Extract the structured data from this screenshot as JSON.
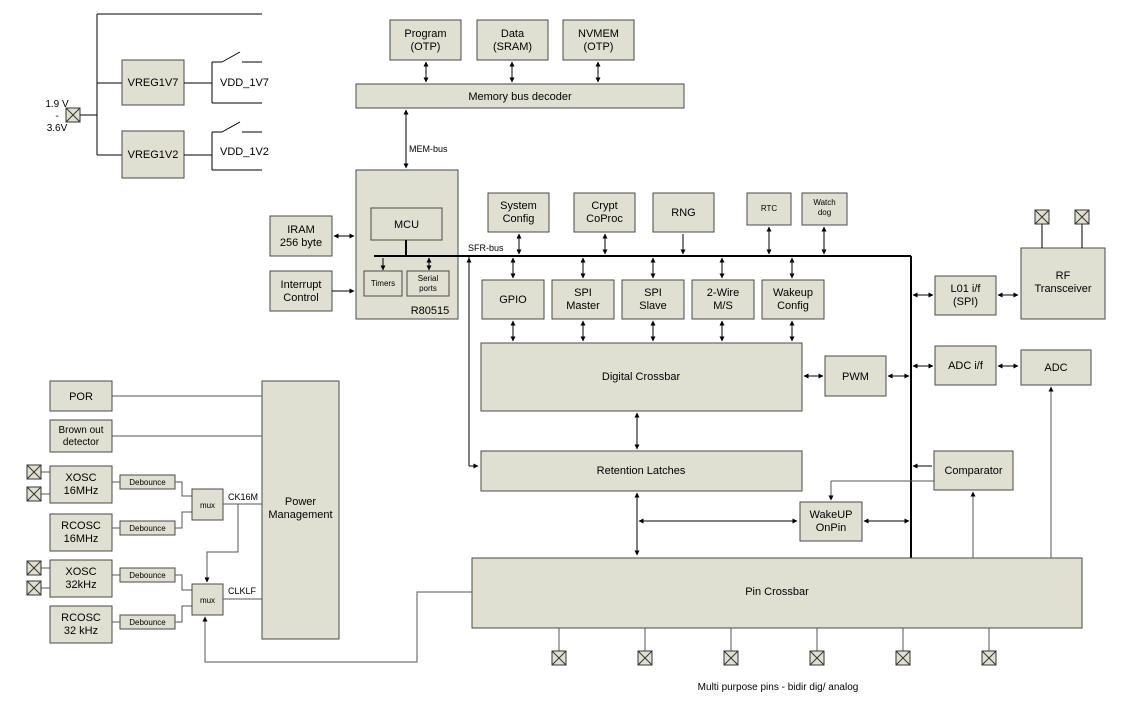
{
  "power": {
    "supply_line1": "1.9 V",
    "supply_line2": "-",
    "supply_line3": "3.6V",
    "vreg1v7": "VREG1V7",
    "vreg1v2": "VREG1V2",
    "vdd_1v7": "VDD_1V7",
    "vdd_1v2": "VDD_1V2"
  },
  "memory": {
    "program": [
      "Program",
      "(OTP)"
    ],
    "data": [
      "Data",
      "(SRAM)"
    ],
    "nvmem": [
      "NVMEM",
      "(OTP)"
    ],
    "decoder": "Memory bus decoder",
    "mem_bus": "MEM-bus"
  },
  "cpu": {
    "mcu": "MCU",
    "timers": "Timers",
    "serial_ports": [
      "Serial",
      "ports"
    ],
    "core": "R80515",
    "iram": [
      "IRAM",
      "256 byte"
    ],
    "interrupt": [
      "Interrupt",
      "Control"
    ],
    "sfr_bus": "SFR-bus"
  },
  "peripherals": {
    "system_config": [
      "System",
      "Config"
    ],
    "crypt": [
      "Crypt",
      "CoProc"
    ],
    "rng": "RNG",
    "rtc": "RTC",
    "watchdog": [
      "Watch",
      "dog"
    ],
    "gpio": "GPIO",
    "spi_master": [
      "SPI",
      "Master"
    ],
    "spi_slave": [
      "SPI",
      "Slave"
    ],
    "two_wire": [
      "2-Wire",
      "M/S"
    ],
    "wakeup_config": [
      "Wakeup",
      "Config"
    ],
    "digital_crossbar": "Digital Crossbar",
    "pwm": "PWM",
    "retention_latches": "Retention Latches",
    "wakeup_onpin": [
      "WakeUP",
      "OnPin"
    ],
    "pin_crossbar": "Pin Crossbar"
  },
  "radio": {
    "l01_if": [
      "L01 i/f",
      "(SPI)"
    ],
    "rf": [
      "RF",
      "Transceiver"
    ],
    "adc_if": "ADC i/f",
    "adc": "ADC",
    "comparator": "Comparator"
  },
  "clock": {
    "por": "POR",
    "brownout": [
      "Brown out",
      "detector"
    ],
    "xosc16": [
      "XOSC",
      "16MHz"
    ],
    "rcosc16": [
      "RCOSC",
      "16MHz"
    ],
    "xosc32": [
      "XOSC",
      "32kHz"
    ],
    "rcosc32": [
      "RCOSC",
      "32 kHz"
    ],
    "debounce": "Debounce",
    "mux": "mux",
    "ck16m": "CK16M",
    "cklf": "CLKLF",
    "power_mgmt": [
      "Power",
      "Management"
    ]
  },
  "footer": "Multi purpose pins -  bidir dig/ analog"
}
